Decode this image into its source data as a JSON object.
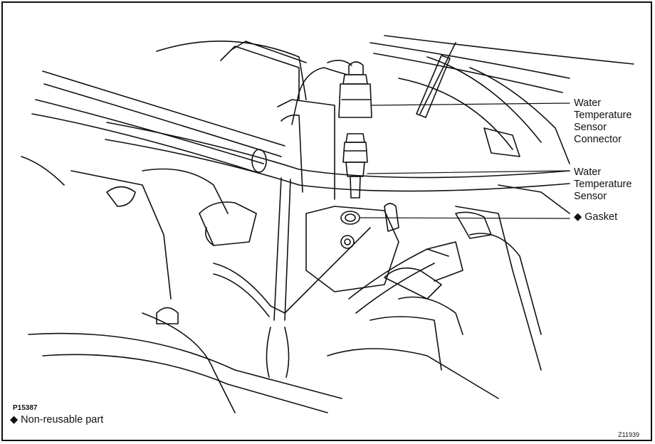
{
  "callouts": {
    "connector": [
      "Water",
      "Temperature",
      "Sensor",
      "Connector"
    ],
    "sensor": [
      "Water",
      "Temperature",
      "Sensor"
    ],
    "gasket_mark": "◆",
    "gasket": "Gasket"
  },
  "footer": {
    "part_code": "P15387",
    "legend_mark": "◆",
    "legend_text": "Non-reusable part",
    "figure_code": "Z11939"
  }
}
